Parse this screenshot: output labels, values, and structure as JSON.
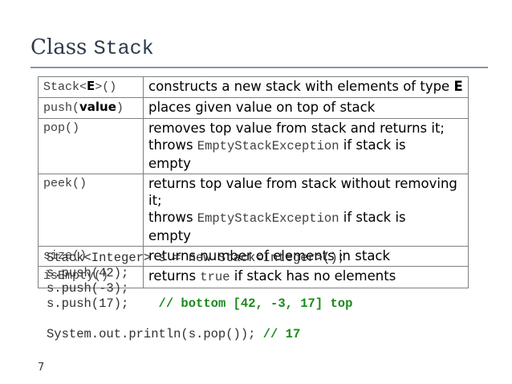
{
  "title": {
    "word": "Class",
    "name": "Stack"
  },
  "table": {
    "r1": {
      "sig_a": "Stack<",
      "sig_b": "E",
      "sig_c": ">()",
      "desc_a": "constructs a new stack with elements of type ",
      "desc_b": "E"
    },
    "r2": {
      "sig_a": "push(",
      "sig_b": "value",
      "sig_c": ")",
      "desc": "places given value on top of stack"
    },
    "r3": {
      "sig": "pop()",
      "desc_l1": "removes top value from stack and returns it;",
      "desc_l2a": "throws ",
      "desc_l2b": "EmptyStackException",
      "desc_l2c": " if stack is",
      "desc_l3": "empty"
    },
    "r4": {
      "sig": "peek()",
      "desc_l1": "returns top value from stack without removing",
      "desc_l2": "it;",
      "desc_l3a": "throws ",
      "desc_l3b": "EmptyStackException",
      "desc_l3c": " if stack is",
      "desc_l4": "empty"
    },
    "r5": {
      "sig": "size()",
      "desc": "returns number of elements in stack"
    },
    "r6": {
      "sig": "isEmpty()",
      "desc_a": "returns ",
      "desc_b": "true",
      "desc_c": " if stack has no elements"
    }
  },
  "code": {
    "l1": "Stack<Integer> s = new Stack<Integer>();",
    "l2": "s.push(42);",
    "l3": "s.push(-3);",
    "l4a": "s.push(17);    ",
    "l4b": "// bottom [42, -3, 17] top",
    "l6a": "System.out.println(s.pop()); ",
    "l6b": "// 17"
  },
  "page_number": "7",
  "colors": {
    "title": "#2f3a4a",
    "comment": "#1a8a1a",
    "border": "#808080"
  }
}
